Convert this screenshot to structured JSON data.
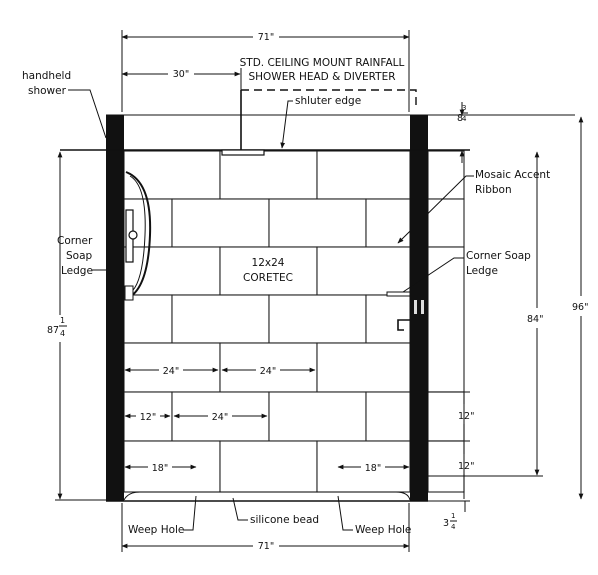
{
  "labels": {
    "rainfall_line1": "STD. CEILING MOUNT RAINFALL",
    "rainfall_line2": "SHOWER HEAD & DIVERTER",
    "handheld_line1": "handheld",
    "handheld_line2": "shower",
    "shluter": "shluter edge",
    "mosaic_line1": "Mosaic Accent",
    "mosaic_line2": "Ribbon",
    "corner_left_line1": "Corner",
    "corner_left_line2": "Soap",
    "corner_left_line3": "Ledge",
    "corner_right_line1": "Corner Soap",
    "corner_right_line2": "Ledge",
    "tile_line1": "12x24",
    "tile_line2": "CORETEC",
    "weep_left": "Weep Hole",
    "weep_right": "Weep Hole",
    "silicone": "silicone bead"
  },
  "dims": {
    "top_width": "71\"",
    "bottom_width": "71\"",
    "shower_offset": "30\"",
    "top_gap_whole": "8",
    "top_gap_num": "3",
    "top_gap_den": "4",
    "total_height": "96\"",
    "right_height": "84\"",
    "left_height_whole": "87",
    "left_height_num": "1",
    "left_height_den": "4",
    "bottom_gap_whole": "3",
    "bottom_gap_num": "1",
    "bottom_gap_den": "4",
    "row1_a": "24\"",
    "row1_b": "24\"",
    "row2_a": "12\"",
    "row2_b": "24\"",
    "right_12_a": "12\"",
    "right_12_b": "12\"",
    "bottom_18_left": "18\"",
    "bottom_18_right": "18\""
  }
}
